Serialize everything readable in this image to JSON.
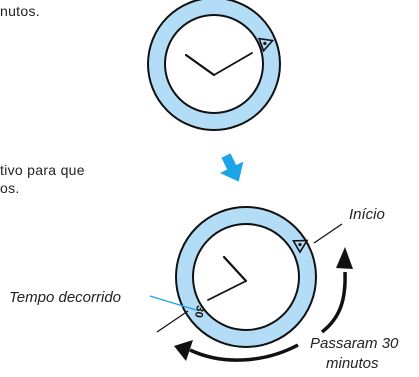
{
  "text": {
    "line1": "nutos.",
    "line2": "tivo para que",
    "line3": "os."
  },
  "labels": {
    "start": "Início",
    "elapsed": "Tempo decorrido",
    "passed_line1": "Passaram 30",
    "passed_line2": "minutos"
  },
  "bezel_marker": "30",
  "colors": {
    "bezel": "#b3dcf6",
    "arrow": "#1aa5e8",
    "outline": "#111111"
  }
}
